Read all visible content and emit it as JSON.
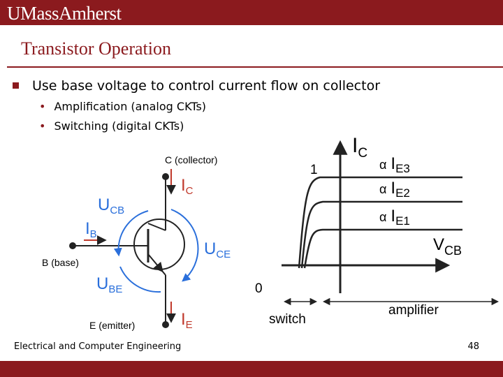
{
  "header": {
    "logo": "UMassAmherst"
  },
  "slide": {
    "title": "Transistor Operation",
    "bullet": "Use base voltage to control current flow on collector",
    "subbullets": [
      "Amplification (analog CKTs)",
      "Switching  (digital CKTs)"
    ]
  },
  "transistor": {
    "collector_label": "C (collector)",
    "base_label": "B (base)",
    "emitter_label": "E (emitter)",
    "ic": {
      "main": "I",
      "sub": "C"
    },
    "ib": {
      "main": "I",
      "sub": "B"
    },
    "ie": {
      "main": "I",
      "sub": "E"
    },
    "ucb": {
      "main": "U",
      "sub": "CB"
    },
    "uce": {
      "main": "U",
      "sub": "CE"
    },
    "ube": {
      "main": "U",
      "sub": "BE"
    }
  },
  "graph": {
    "y_axis": {
      "main": "I",
      "sub": "C"
    },
    "x_axis": {
      "main": "V",
      "sub": "CB"
    },
    "curves": [
      {
        "alpha": "α",
        "main": "I",
        "sub": "E3"
      },
      {
        "alpha": "α",
        "main": "I",
        "sub": "E2"
      },
      {
        "alpha": "α",
        "main": "I",
        "sub": "E1"
      }
    ],
    "label_1": "1",
    "label_0": "0",
    "switch_label": "switch",
    "amplifier_label": "amplifier"
  },
  "colors": {
    "brand": "#8b1a1e",
    "accent": "#2a6fdb"
  },
  "footer": {
    "text": "Electrical and Computer Engineering",
    "page": "48"
  }
}
